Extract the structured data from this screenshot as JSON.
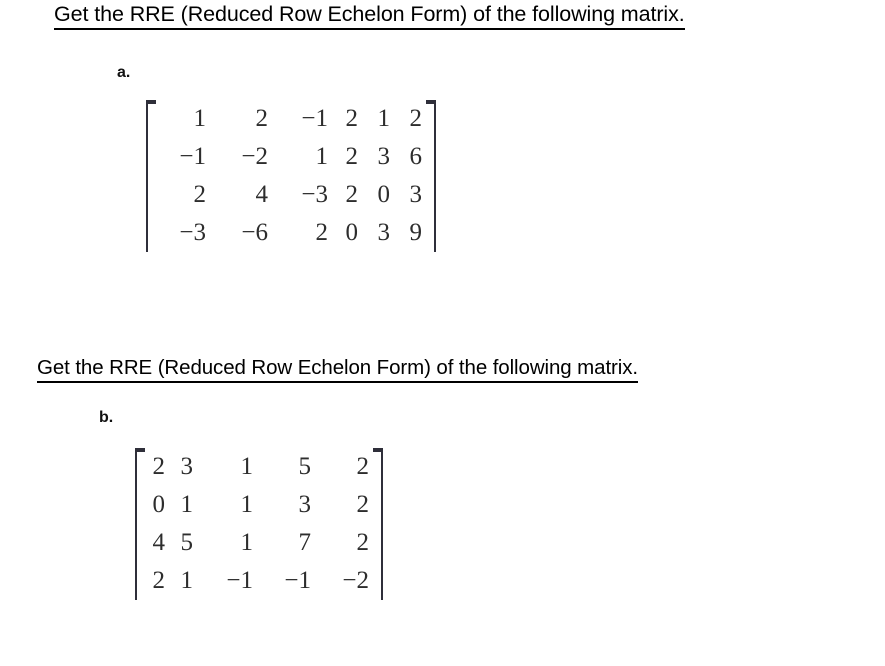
{
  "page": {
    "background_color": "#ffffff",
    "text_color": "#000000",
    "matrix_color": "#2d2d2d"
  },
  "problems": [
    {
      "heading": "Get the RRE (Reduced Row Echelon Form) of the following matrix.",
      "label": "a.",
      "matrix": {
        "rows": 4,
        "cols": 6,
        "values": [
          [
            "1",
            "2",
            "−1",
            "2",
            "1",
            "2"
          ],
          [
            "−1",
            "−2",
            "1",
            "2",
            "3",
            "6"
          ],
          [
            "2",
            "4",
            "−3",
            "2",
            "0",
            "3"
          ],
          [
            "−3",
            "−6",
            "2",
            "0",
            "3",
            "9"
          ]
        ]
      }
    },
    {
      "heading": "Get the RRE (Reduced Row Echelon Form) of the following matrix.",
      "label": "b.",
      "matrix": {
        "rows": 4,
        "cols": 5,
        "values": [
          [
            "2",
            "3",
            "1",
            "5",
            "2"
          ],
          [
            "0",
            "1",
            "1",
            "3",
            "2"
          ],
          [
            "4",
            "5",
            "1",
            "7",
            "2"
          ],
          [
            "2",
            "1",
            "−1",
            "−1",
            "−2"
          ]
        ]
      }
    }
  ]
}
